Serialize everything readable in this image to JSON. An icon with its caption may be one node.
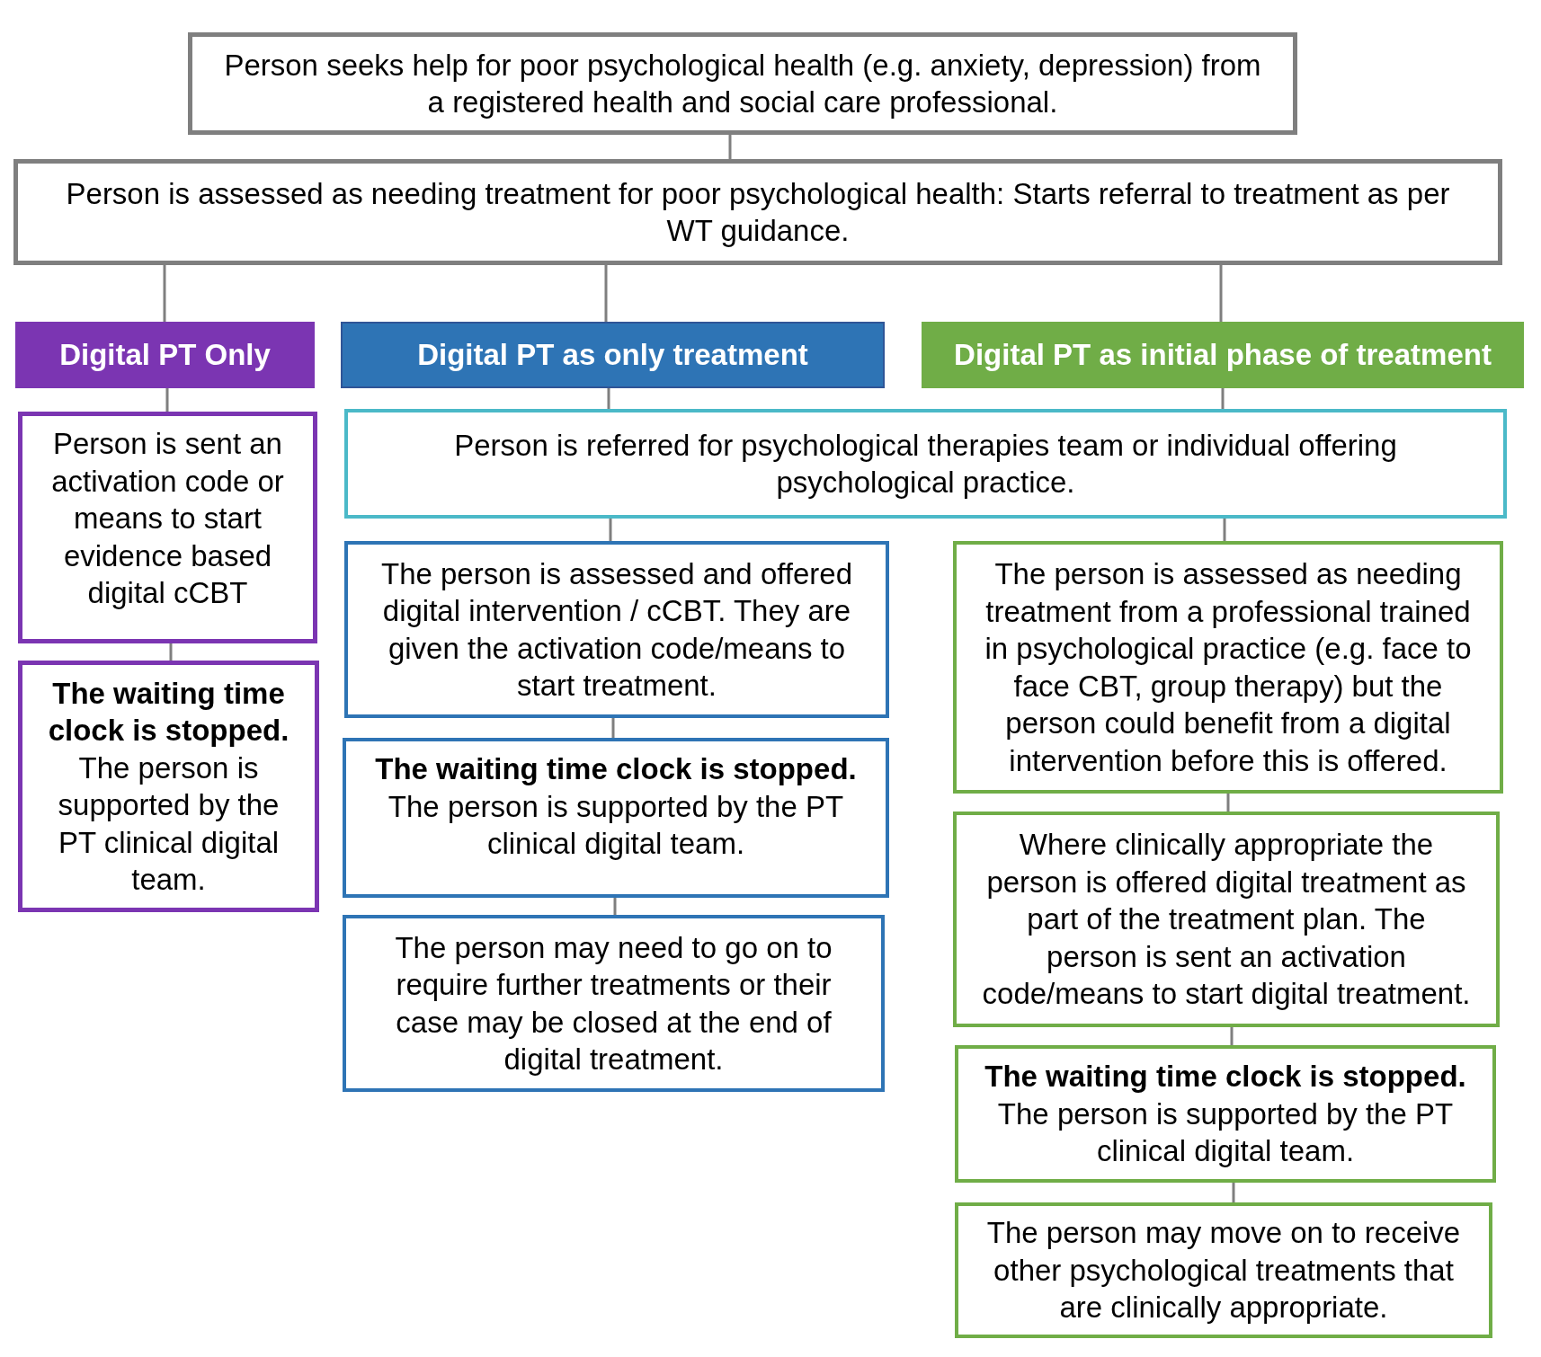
{
  "diagram": {
    "nodes": [
      {
        "text": [
          "Person seeks help for poor psychological health (e.g. anxiety, depression) from a registered health and social care professional."
        ]
      },
      {
        "text": [
          "Person is assessed as needing treatment for poor psychological health: Starts referral to treatment as per WT guidance."
        ]
      },
      {
        "text": [
          "Digital PT Only"
        ]
      },
      {
        "text": [
          "Digital PT as only treatment"
        ]
      },
      {
        "text": [
          "Digital PT as initial phase of treatment"
        ]
      },
      {
        "text": [
          "Person is sent an activation code or means to start evidence based digital cCBT"
        ]
      },
      {
        "text": [
          "The waiting time clock is stopped.",
          "The person is supported by the PT clinical digital team."
        ]
      },
      {
        "text": [
          "Person is referred for psychological therapies team or individual offering psychological practice."
        ]
      },
      {
        "text": [
          "The person is assessed and offered digital intervention / cCBT. They are given the activation code/means to start treatment."
        ]
      },
      {
        "text": [
          "The waiting time clock is stopped.",
          "The person is supported by the PT clinical digital team."
        ]
      },
      {
        "text": [
          "The person may need to go on to require further treatments or their case may be closed at the end of digital treatment."
        ]
      },
      {
        "text": [
          "The person is assessed as needing treatment from a professional trained in psychological practice (e.g. face to face CBT, group therapy) but the person could benefit from a digital intervention before this is offered."
        ]
      },
      {
        "text": [
          "Where clinically appropriate the person is offered digital treatment as part of the treatment plan. The person is sent an activation code/means to start digital treatment."
        ]
      },
      {
        "text": [
          "The waiting time clock is stopped.",
          "The person is supported by the PT clinical digital team."
        ]
      },
      {
        "text": [
          "The person may move on to receive other psychological treatments that are clinically appropriate."
        ]
      }
    ],
    "edges": [
      {
        "from": 0,
        "to": 1,
        "arrow": "none"
      },
      {
        "from": 1,
        "to": 2,
        "arrow": "none"
      },
      {
        "from": 1,
        "to": 3,
        "arrow": "none"
      },
      {
        "from": 1,
        "to": 4,
        "arrow": "none"
      },
      {
        "from": 2,
        "to": 5,
        "arrow": "none"
      },
      {
        "from": 5,
        "to": 6,
        "arrow": "none"
      },
      {
        "from": 3,
        "to": 7,
        "arrow": "none"
      },
      {
        "from": 4,
        "to": 7,
        "arrow": "none"
      },
      {
        "from": 7,
        "to": 8,
        "arrow": "none"
      },
      {
        "from": 8,
        "to": 9,
        "arrow": "none"
      },
      {
        "from": 9,
        "to": 10,
        "arrow": "none"
      },
      {
        "from": 7,
        "to": 11,
        "arrow": "none"
      },
      {
        "from": 11,
        "to": 12,
        "arrow": "none"
      },
      {
        "from": 12,
        "to": 13,
        "arrow": "none"
      },
      {
        "from": 13,
        "to": 14,
        "arrow": "none"
      }
    ]
  }
}
